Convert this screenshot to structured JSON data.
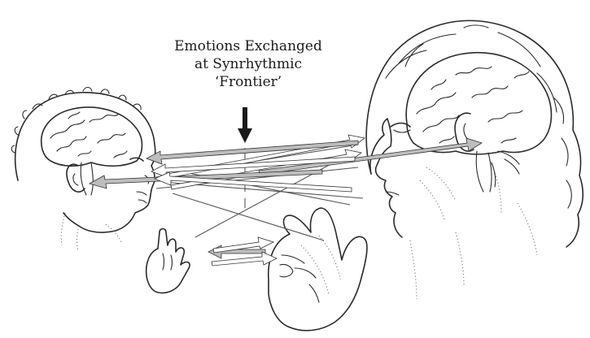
{
  "caption": {
    "line1": "Emotions Exchanged",
    "line2": "at Synrhythmic",
    "line3": "‘Frontier’"
  },
  "colors": {
    "ink": "#2a2a2a",
    "arrow_fill_gray": "#bdbdbd",
    "background": "#ffffff"
  }
}
